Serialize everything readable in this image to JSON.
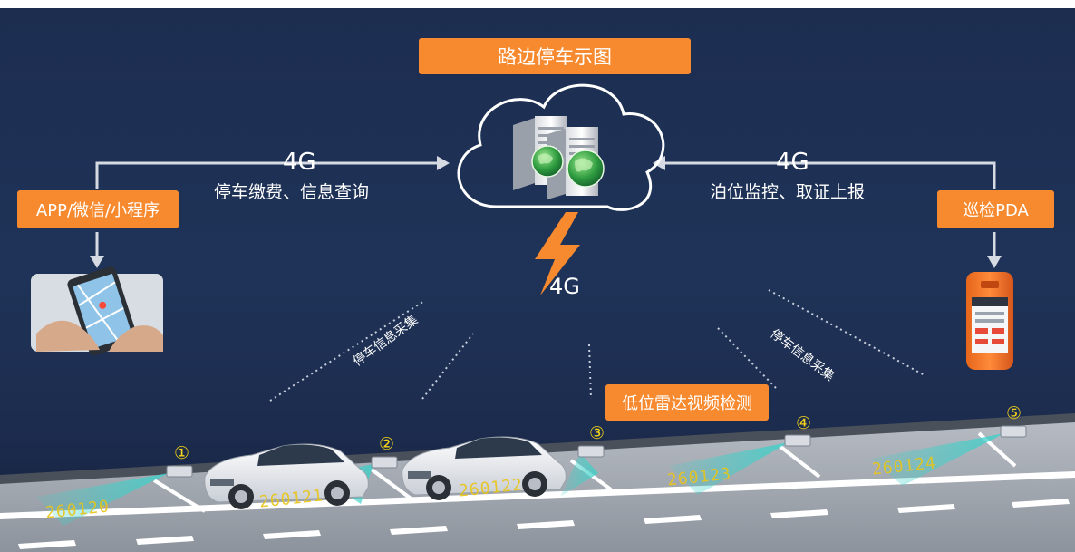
{
  "title": "路边停车示图",
  "left": {
    "network": "4G",
    "functions": "停车缴费、信息查询",
    "client_label": "APP/微信/小程序"
  },
  "right": {
    "network": "4G",
    "functions": "泊位监控、取证上报",
    "client_label": "巡检PDA"
  },
  "uplink": "4G",
  "collect_left": "停车信息采集",
  "collect_right": "停车信息采集",
  "detector_label": "低位雷达视频检测",
  "spots": [
    "①",
    "②",
    "③",
    "④",
    "⑤"
  ],
  "plates": [
    "260120",
    "260121",
    "260122",
    "260123",
    "260124"
  ],
  "colors": {
    "tag_orange": "#f7892e",
    "background_navy": "#1f3358",
    "spot_number_yellow": "#f2d21a",
    "radar_beam_teal": "#3fd0c8"
  },
  "icons": [
    "cloud-icon",
    "server-icon",
    "globe-icon",
    "lightning-icon",
    "phone-map-icon",
    "pda-device-icon",
    "car-icon",
    "radar-detector-icon"
  ]
}
